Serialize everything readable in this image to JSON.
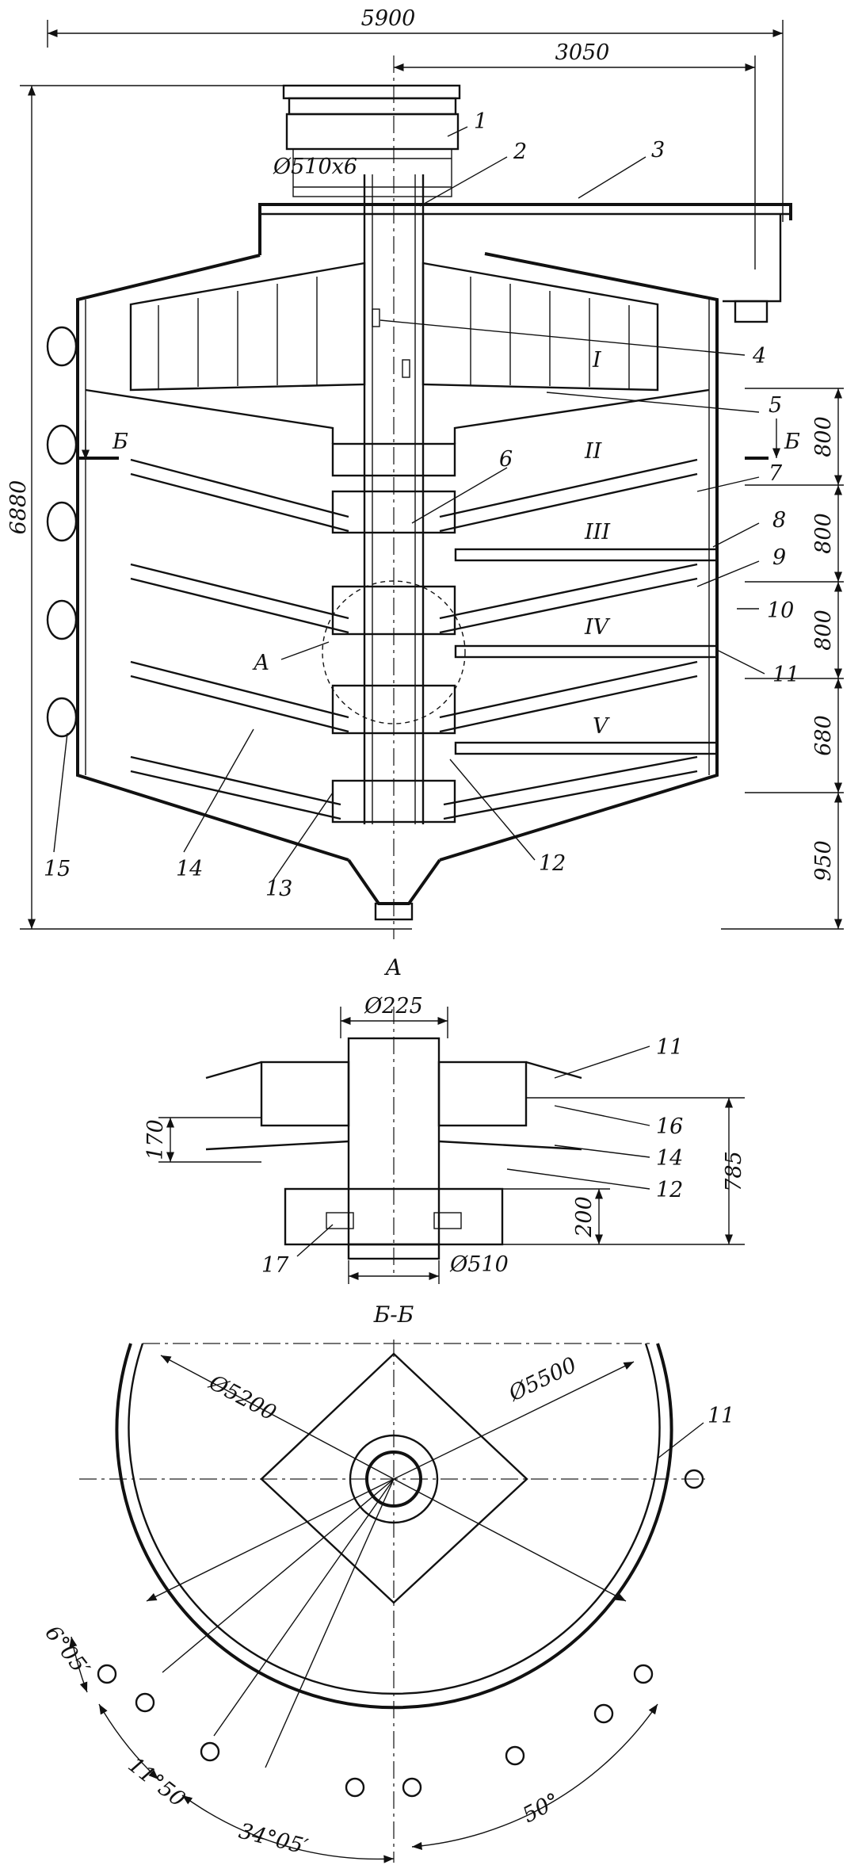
{
  "main_view": {
    "dimensions": {
      "overall_width": "5900",
      "axis_to_outlet": "3050",
      "overall_height": "6880",
      "pipe_diameter": "Ø510х6",
      "tier_1": "800",
      "tier_2": "800",
      "tier_3": "800",
      "tier_4": "680",
      "tier_5": "950"
    },
    "positions": [
      "1",
      "2",
      "3",
      "4",
      "5",
      "6",
      "7",
      "8",
      "9",
      "10",
      "11",
      "12",
      "13",
      "14",
      "15"
    ],
    "tier_labels": [
      "I",
      "II",
      "III",
      "IV",
      "V"
    ],
    "section_mark": "Б",
    "detail_mark": "А"
  },
  "detail_view": {
    "title": "А",
    "dimensions": {
      "top_diameter": "Ø225",
      "height_170": "170",
      "height_785": "785",
      "height_200": "200",
      "bottom_diameter": "Ø510"
    },
    "positions": [
      "11",
      "16",
      "14",
      "12",
      "17"
    ]
  },
  "section_view": {
    "title": "Б-Б",
    "dimensions": {
      "inner_diameter": "Ø5200",
      "outer_diameter": "Ø5500",
      "angle_1": "6°05′",
      "angle_2": "11°50′",
      "angle_3": "34°05′",
      "angle_4": "50°"
    },
    "positions": [
      "11"
    ]
  }
}
